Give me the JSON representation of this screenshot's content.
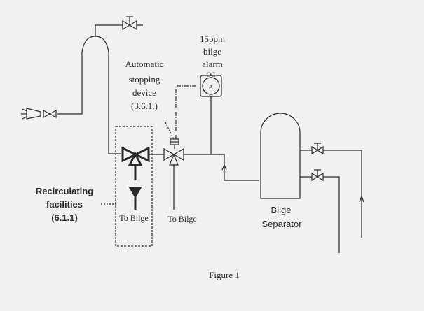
{
  "labels": {
    "auto_stop": [
      "Automatic",
      "stopping",
      "device",
      "(3.6.1.)"
    ],
    "alarm": [
      "15ppm",
      "bilge",
      "alarm"
    ],
    "alarm_oc": "OC",
    "alarm_a": "A",
    "alarm_h": "H",
    "recirc": [
      "Recirculating",
      "facilities",
      "(6.1.1)"
    ],
    "to_bilge_1": "To Bilge",
    "to_bilge_2": "To Bilge",
    "separator": [
      "Bilge",
      "Separator"
    ],
    "caption": "Figure 1"
  },
  "colors": {
    "ink": "#2a2a2a",
    "background": "#f1f1ef"
  }
}
